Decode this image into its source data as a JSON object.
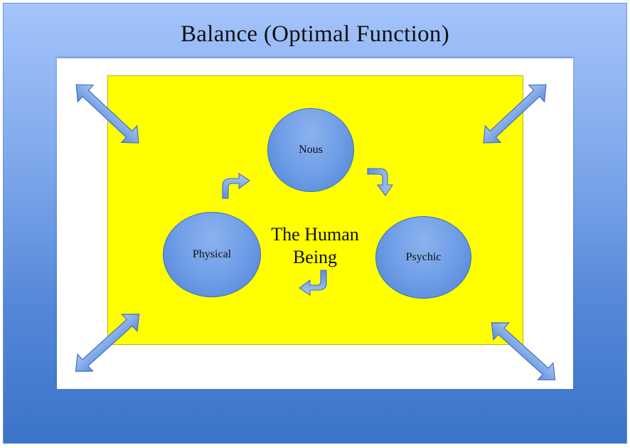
{
  "title": "Balance (Optimal Function)",
  "center_label": "The Human Being",
  "nodes": {
    "nous": "Nous",
    "physical": "Physical",
    "psychic": "Psychic"
  },
  "colors": {
    "outer_frame_top": "#a4c4fb",
    "outer_frame_bottom": "#3a74c8",
    "inner_panel": "#ffffff",
    "core_panel": "#ffff00",
    "node_fill": "#6d9ce6",
    "arrow_fill": "#7aa5e8"
  },
  "icons": [
    "double-arrow-icon",
    "curved-arrow-icon"
  ]
}
